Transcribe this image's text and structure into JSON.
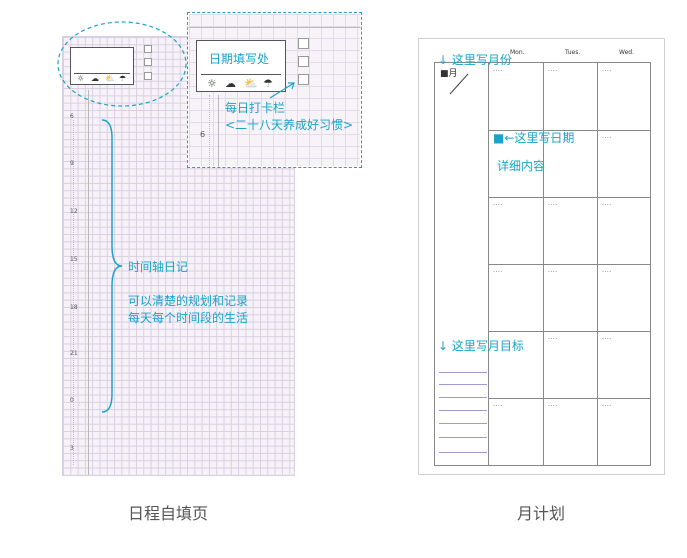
{
  "schedule": {
    "hours": [
      "6",
      "9",
      "12",
      "15",
      "18",
      "21",
      "0",
      "3"
    ],
    "zoom_hour": "6",
    "labels": {
      "date_area": "日期填写处",
      "checkin_1": "每日打卡栏",
      "checkin_2": "<二十八天养成好习惯>",
      "timeline_title": "时间轴日记",
      "timeline_desc_1": "可以清楚的规划和记录",
      "timeline_desc_2": "每天每个时间段的生活"
    },
    "caption": "日程自填页"
  },
  "month": {
    "days": [
      "Mon.",
      "Tues.",
      "Wed."
    ],
    "month_label": "■月",
    "cell_placeholder": "....",
    "labels": {
      "write_month": "↓ 这里写月份",
      "write_date": "■←这里写日期",
      "detail": "详细内容",
      "write_goal": "↓ 这里写月目标"
    },
    "caption": "月计划"
  },
  "colors": {
    "accent": "#1aa3c9",
    "grid": "#d9cfe2",
    "goal_lines": "#a596d6"
  }
}
